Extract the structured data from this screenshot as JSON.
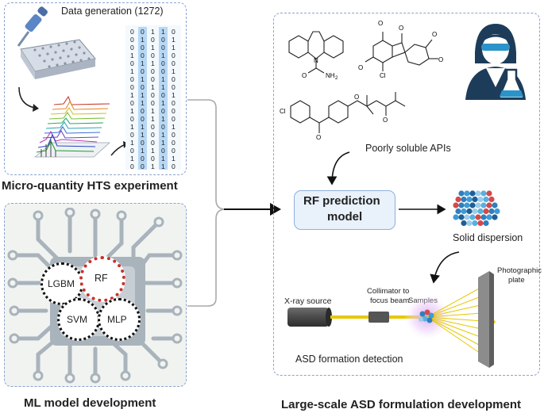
{
  "hts": {
    "data_generation": "Data generation (1272)",
    "caption": "Micro-quantity HTS experiment"
  },
  "ml": {
    "caption": "ML model development",
    "models": [
      "LGBM",
      "RF",
      "SVM",
      "MLP"
    ]
  },
  "asd": {
    "poorly_soluble": "Poorly soluble APIs",
    "rf_model_line1": "RF prediction",
    "rf_model_line2": "model",
    "solid_dispersion": "Solid dispersion",
    "xray_source": "X-ray source",
    "collimator_line1": "Collimator to",
    "collimator_line2": "focus beam",
    "samples": "Samples",
    "plate_line1": "Photographic",
    "plate_line2": "plate",
    "detection": "ASD formation detection",
    "caption": "Large-scale ASD formulation development"
  },
  "matrix": [
    "0 0 1 1 0",
    "0 1 0 0 1",
    "0 0 1 0 1",
    "1 0 0 1 0",
    "0 1 1 0 0",
    "1 0 0 0 1",
    "0 1 0 1 0",
    "0 0 1 1 0",
    "1 1 0 0 1",
    "0 1 0 1 0",
    "1 0 1 0 0",
    "0 0 1 1 0",
    "1 1 0 0 1",
    "0 1 0 1 0",
    "1 0 0 1 0",
    "0 1 1 0 0",
    "1 0 0 1 1",
    "0 0 1 1 0"
  ],
  "colors": {
    "panel_border": "#8aa4cf",
    "rf_box_fill": "#e9f1fb",
    "rf_box_border": "#8fb1dc",
    "matrix_highlight": "#b7d8f5",
    "beam": "#e6c800",
    "rf_ring": "#c9302c"
  }
}
